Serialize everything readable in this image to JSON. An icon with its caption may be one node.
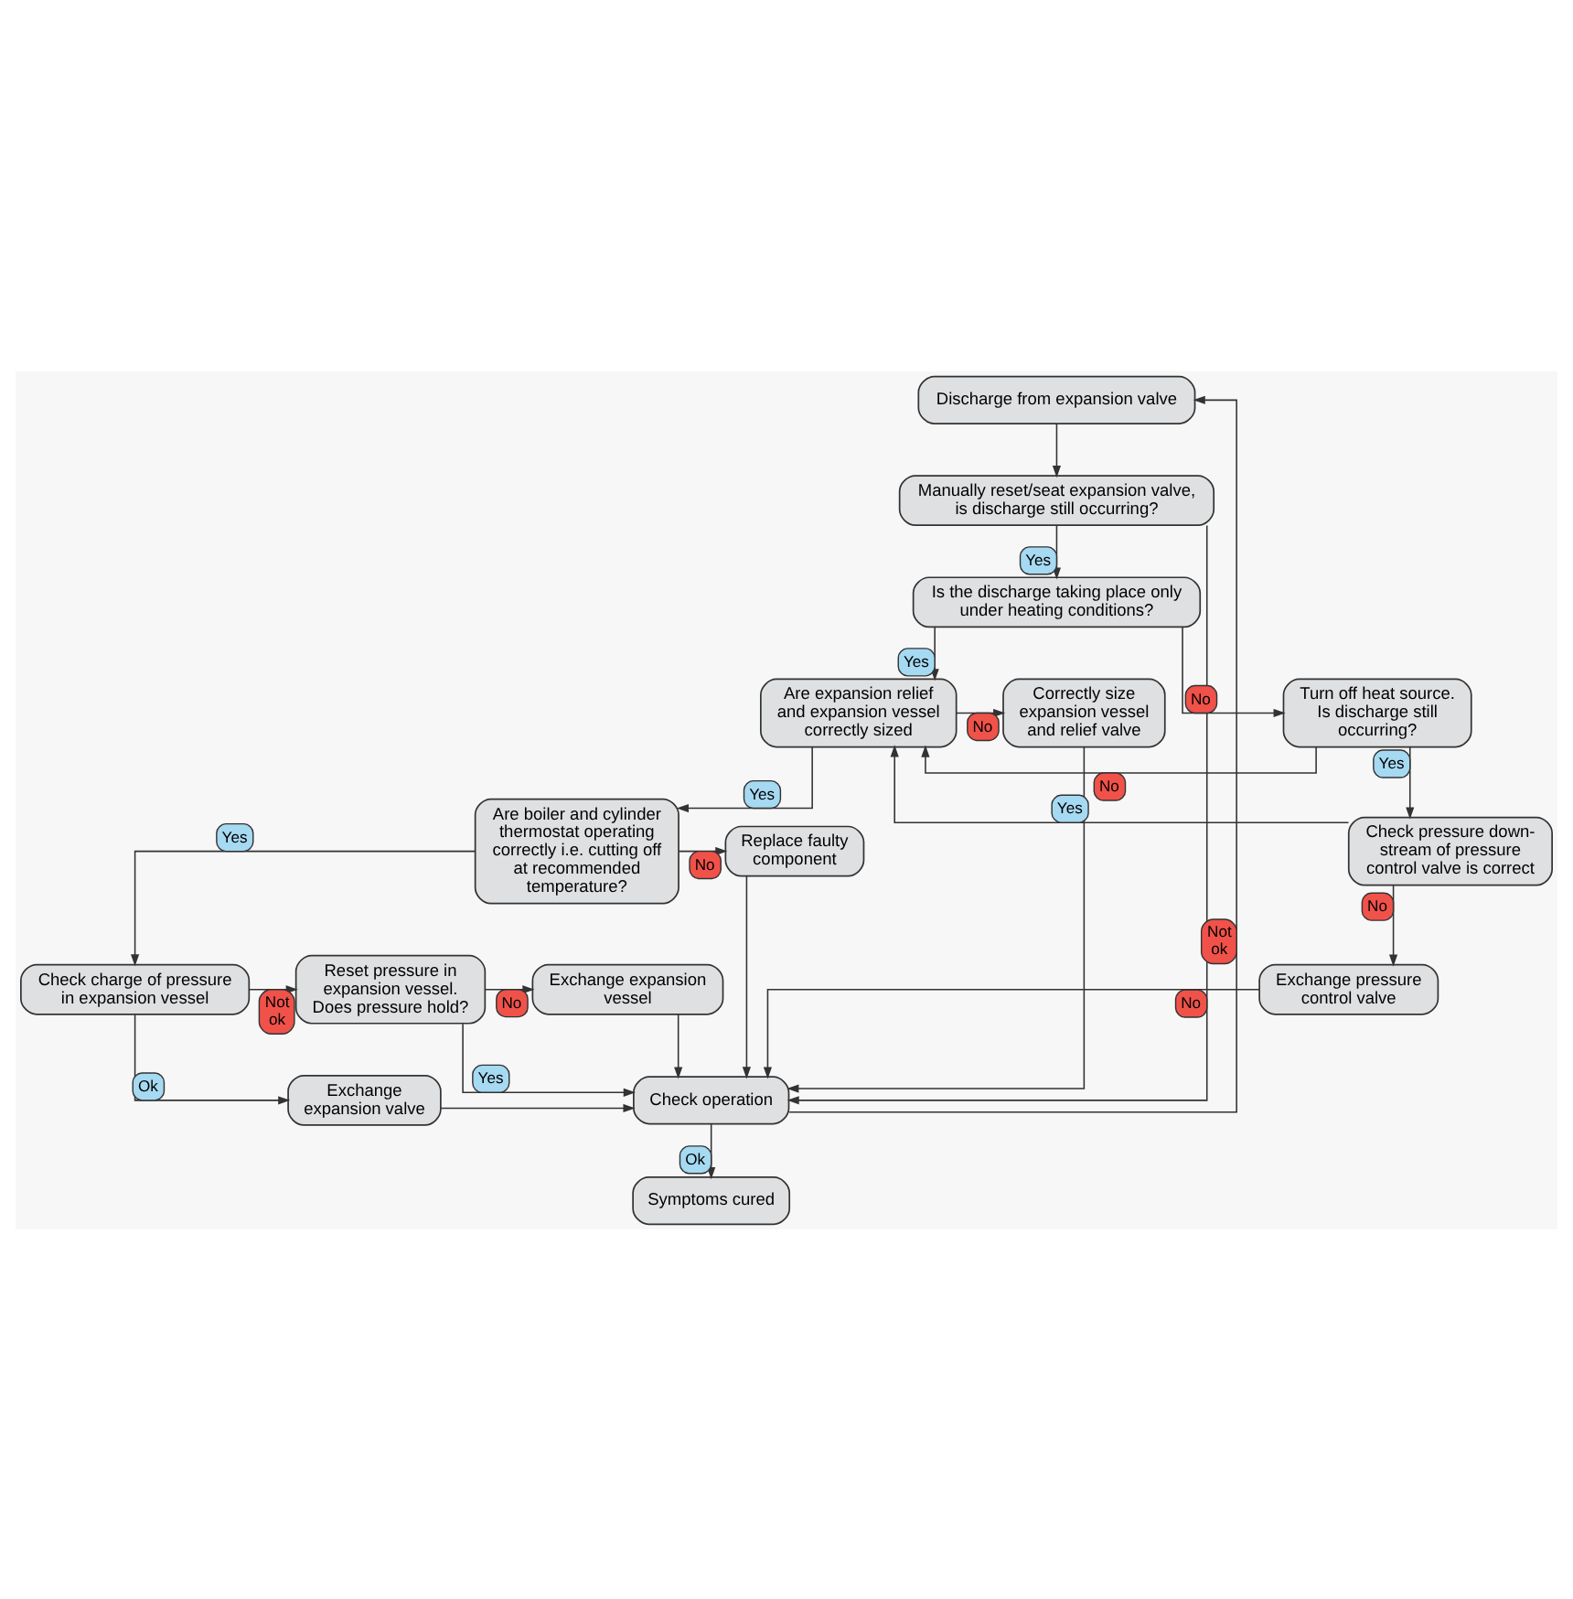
{
  "diagram": {
    "nodes": [
      {
        "text": [
          "Discharge from expansion valve"
        ]
      },
      {
        "text": [
          "Manually reset/seat expansion valve, is discharge still occurring?"
        ]
      },
      {
        "text": [
          "Is the discharge taking place only under heating conditions?"
        ]
      },
      {
        "text": [
          "Are expansion relief and expansion vessel correctly sized"
        ]
      },
      {
        "text": [
          "Correctly size expansion vessel and relief valve"
        ]
      },
      {
        "text": [
          "Turn off heat source. Is discharge still occurring?"
        ]
      },
      {
        "text": [
          "Are boiler and cylinder thermostat operating correctly i.e. cutting off at recommended temperature?"
        ]
      },
      {
        "text": [
          "Replace faulty component"
        ]
      },
      {
        "text": [
          "Check pressure down-stream of pressure control valve is correct"
        ]
      },
      {
        "text": [
          "Exchange pressure control valve"
        ]
      },
      {
        "text": [
          "Check charge of pressure in expansion vessel"
        ]
      },
      {
        "text": [
          "Reset pressure in expansion vessel. Does pressure hold?"
        ]
      },
      {
        "text": [
          "Exchange expansion vessel"
        ]
      },
      {
        "text": [
          "Exchange expansion valve"
        ]
      },
      {
        "text": [
          "Check operation"
        ]
      },
      {
        "text": [
          "Symptoms cured"
        ]
      }
    ],
    "edges": [
      {
        "from": 0,
        "to": 1,
        "arrow": "to"
      },
      {
        "from": 1,
        "to": 14,
        "arrow": "to",
        "label": "No"
      },
      {
        "from": 1,
        "to": 2,
        "arrow": "to",
        "label": "Yes"
      },
      {
        "from": 2,
        "to": 3,
        "arrow": "to",
        "label": "Yes"
      },
      {
        "from": 2,
        "to": 5,
        "arrow": "to",
        "label": "No"
      },
      {
        "from": 3,
        "to": 4,
        "arrow": "to",
        "label": "No"
      },
      {
        "from": 3,
        "to": 6,
        "arrow": "to",
        "label": "Yes"
      },
      {
        "from": 4,
        "to": 14,
        "arrow": "to"
      },
      {
        "from": 5,
        "to": 3,
        "arrow": "to",
        "label": "No"
      },
      {
        "from": 5,
        "to": 8,
        "arrow": "to",
        "label": "Yes"
      },
      {
        "from": 6,
        "to": 7,
        "arrow": "to",
        "label": "No"
      },
      {
        "from": 6,
        "to": 10,
        "arrow": "to",
        "label": "Yes"
      },
      {
        "from": 7,
        "to": 14,
        "arrow": "to"
      },
      {
        "from": 8,
        "to": 3,
        "arrow": "to",
        "label": "Yes"
      },
      {
        "from": 8,
        "to": 9,
        "arrow": "to",
        "label": "No"
      },
      {
        "from": 9,
        "to": 14,
        "arrow": "to"
      },
      {
        "from": 10,
        "to": 11,
        "arrow": "to",
        "label": "Not ok"
      },
      {
        "from": 10,
        "to": 13,
        "arrow": "to",
        "label": "Ok"
      },
      {
        "from": 11,
        "to": 12,
        "arrow": "to",
        "label": "No"
      },
      {
        "from": 11,
        "to": 14,
        "arrow": "to",
        "label": "Yes"
      },
      {
        "from": 12,
        "to": 14,
        "arrow": "to"
      },
      {
        "from": 13,
        "to": 14,
        "arrow": "to"
      },
      {
        "from": 14,
        "to": 15,
        "arrow": "to",
        "label": "Ok"
      },
      {
        "from": 14,
        "to": 0,
        "arrow": "to",
        "label": "Not ok"
      }
    ]
  }
}
